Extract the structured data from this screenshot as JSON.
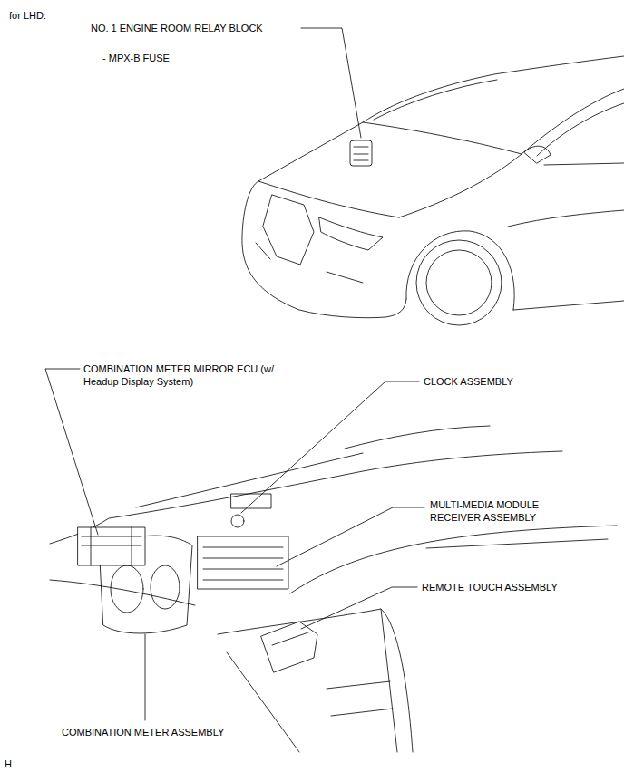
{
  "diagram": {
    "labels": [
      "for LHD:",
      "NO. 1 ENGINE ROOM RELAY BLOCK",
      "- MPX-B FUSE",
      "COMBINATION METER MIRROR ECU (w/ Headup Display System)",
      "CLOCK ASSEMBLY",
      "MULTI-MEDIA MODULE RECEIVER ASSEMBLY",
      "REMOTE TOUCH ASSEMBLY",
      "COMBINATION METER ASSEMBLY",
      "H"
    ]
  }
}
